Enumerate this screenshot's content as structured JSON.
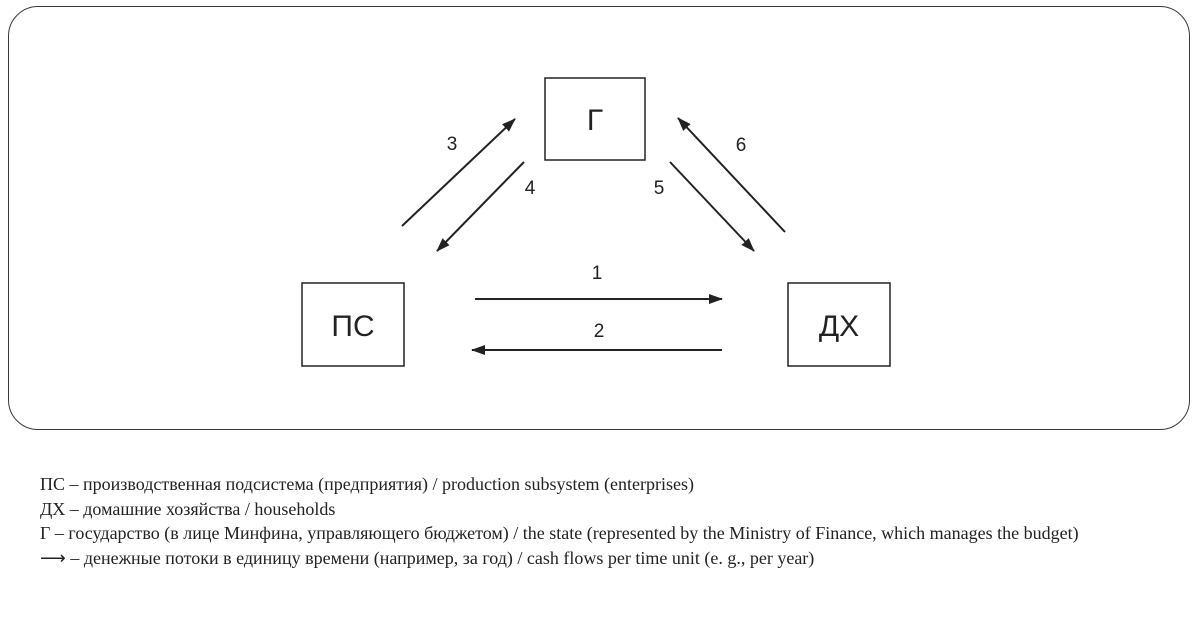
{
  "diagram": {
    "nodes": {
      "state": "Г",
      "production": "ПС",
      "households": "ДХ"
    },
    "flows": [
      "1",
      "2",
      "3",
      "4",
      "5",
      "6"
    ]
  },
  "legend": {
    "production": "ПС – производственная подсистема (предприятия) / production subsystem (enterprises)",
    "households": "ДХ – домашние хозяйства / households",
    "state": "Г – государство (в лице Минфина, управляющего бюджетом) / the state (represented by the Ministry of Finance, which manages the budget)",
    "arrow_symbol": "⟶",
    "arrow": " – денежные потоки в единицу времени (например, за год) / cash flows per time unit (e. g., per year)"
  }
}
